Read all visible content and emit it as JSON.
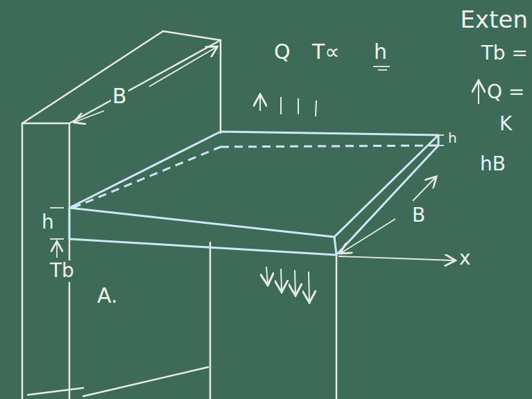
{
  "diagram": {
    "labels": [
      "Exten",
      "B",
      "Q",
      "T∝",
      "h",
      "h",
      "Tb",
      "A.",
      "h",
      "B",
      "x",
      "Tb =",
      "Q =",
      "K",
      "hB"
    ]
  }
}
